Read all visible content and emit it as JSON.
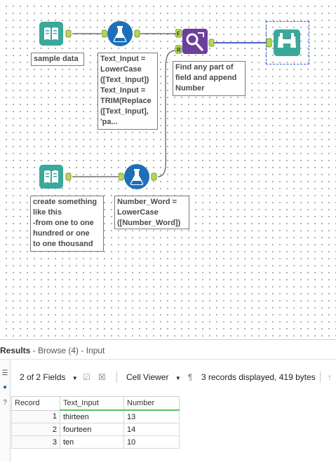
{
  "canvas": {
    "annotations": {
      "sample_data": "sample data",
      "formula1": "Text_Input =\nLowerCase\n([Text_Input])\nText_Input =\nTRIM(Replace\n([Text_Input],\n'pa...",
      "find_replace": "Find any part of\nfield and append\nNumber",
      "create_something": "create something\nlike this\n-from one to one\nhundred or one\nto one thousand",
      "formula2": "Number_Word =\nLowerCase\n([Number_Word])"
    },
    "anchors": {
      "find": "F",
      "replace": "R"
    },
    "colors": {
      "input_tool": "#3aa89a",
      "formula_tool": "#1d6fb8",
      "find_replace_tool": "#6c3f9c",
      "browse_tool": "#3aa89a",
      "wire": "#555555",
      "browse_wire": "#1c2fb3",
      "anchor": "#b6d65a"
    }
  },
  "results": {
    "title": "Results",
    "subtitle": " - Browse (4) - Input",
    "toolbar": {
      "fields": "2 of 2 Fields",
      "cell_viewer": "Cell Viewer",
      "records_info": "3 records displayed, 419 bytes"
    },
    "columns": [
      "Record",
      "Text_Input",
      "Number"
    ],
    "rows": [
      [
        "1",
        "thirteen",
        "13"
      ],
      [
        "2",
        "fourteen",
        "14"
      ],
      [
        "3",
        "ten",
        "10"
      ]
    ]
  }
}
